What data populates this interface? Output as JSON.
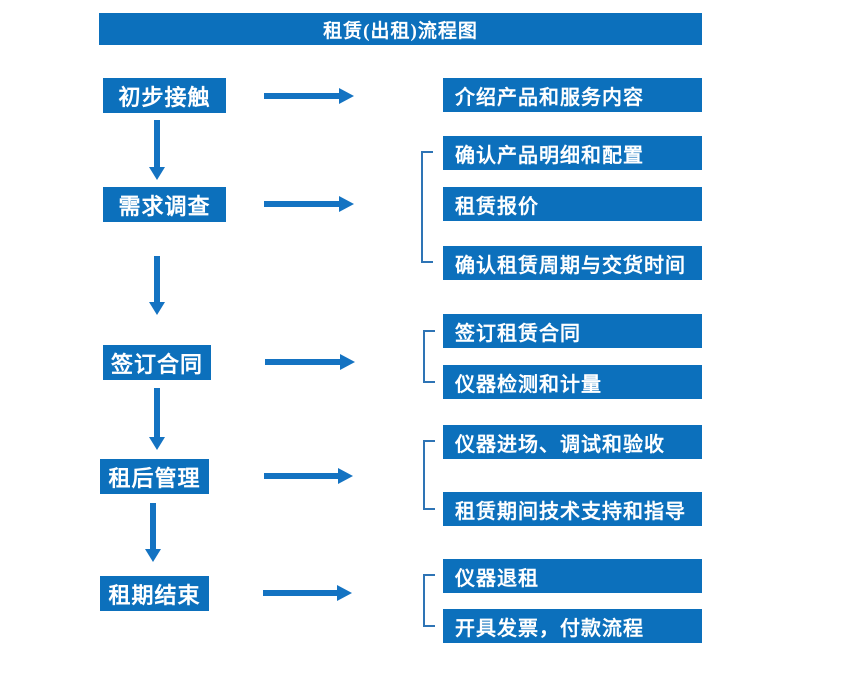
{
  "title": "租赁(出租)流程图",
  "colors": {
    "box_fill": "#0C70BC",
    "arrow": "#1473C2",
    "bracket": "#2E74B5",
    "text": "#FFFFFF",
    "background": "#FFFFFF"
  },
  "steps": [
    {
      "label": "初步接触",
      "details": [
        "介绍产品和服务内容"
      ]
    },
    {
      "label": "需求调查",
      "details": [
        "确认产品明细和配置",
        "租赁报价",
        "确认租赁周期与交货时间"
      ]
    },
    {
      "label": "签订合同",
      "details": [
        "签订租赁合同",
        "仪器检测和计量"
      ]
    },
    {
      "label": "租后管理",
      "details": [
        "仪器进场、调试和验收",
        "租赁期间技术支持和指导"
      ]
    },
    {
      "label": "租期结束",
      "details": [
        "仪器退租",
        "开具发票，付款流程"
      ]
    }
  ]
}
